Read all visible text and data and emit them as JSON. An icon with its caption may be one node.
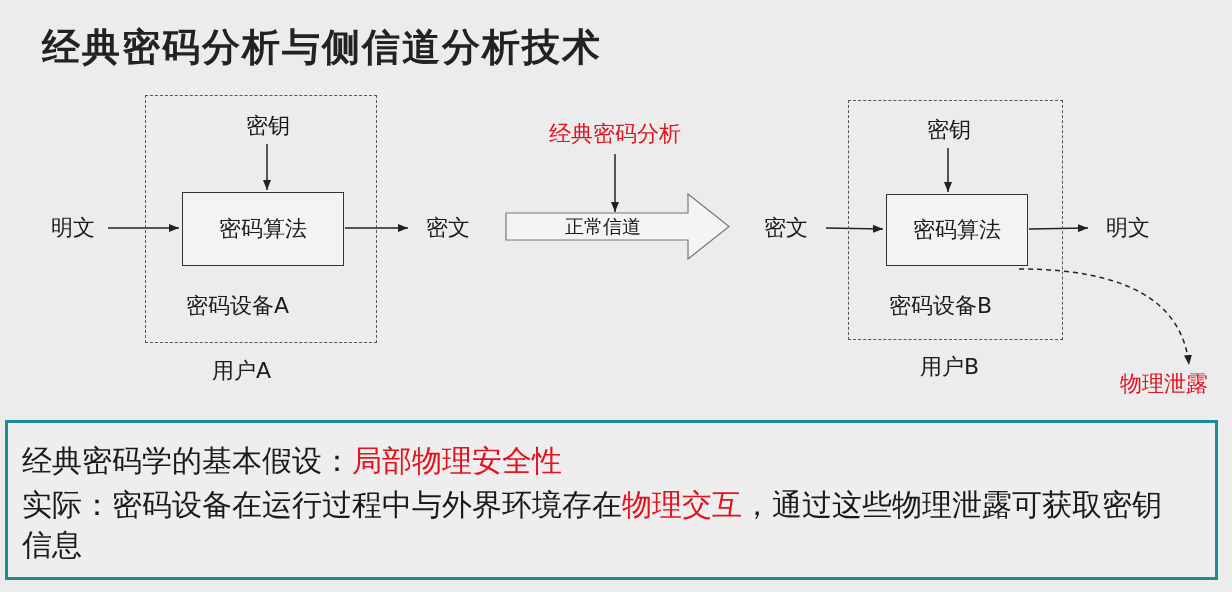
{
  "diagram": {
    "title": "经典密码分析与侧信道分析技术",
    "nodes": [
      {
        "text": [
          "密码设备A"
        ],
        "beside": [
          "用户A"
        ]
      },
      {
        "text": [
          "密钥"
        ],
        "in": 0
      },
      {
        "text": [
          "密码算法"
        ],
        "in": 0
      },
      {
        "text": [
          "明文"
        ]
      },
      {
        "text": [
          "密文"
        ]
      },
      {
        "text": [
          "经典密码分析"
        ]
      },
      {
        "text": [
          "正常信道"
        ]
      },
      {
        "text": [
          "密文"
        ]
      },
      {
        "text": [
          "密码设备B"
        ],
        "beside": [
          "用户B"
        ]
      },
      {
        "text": [
          "密钥"
        ],
        "in": 8
      },
      {
        "text": [
          "密码算法"
        ],
        "in": 8
      },
      {
        "text": [
          "明文"
        ]
      },
      {
        "text": [
          "物理泄露"
        ]
      },
      {
        "text": [
          "经典密码学的基本假设：**局部物理安全性**",
          "实际：密码设备在运行过程中与外界环境存在**物理交互**，通过这些物理泄露可获取密钥信息"
        ]
      }
    ],
    "edges": [
      {
        "from": 3,
        "to": 2,
        "arrow": "to"
      },
      {
        "from": 1,
        "to": 2,
        "arrow": "to"
      },
      {
        "from": 2,
        "to": 4,
        "arrow": "to"
      },
      {
        "from": 5,
        "to": 6,
        "arrow": "to"
      },
      {
        "from": 7,
        "to": 10,
        "arrow": "to"
      },
      {
        "from": 9,
        "to": 10,
        "arrow": "to"
      },
      {
        "from": 10,
        "to": 11,
        "arrow": "to"
      },
      {
        "from": 10,
        "to": 12,
        "arrow": "to",
        "style": "dashed"
      }
    ]
  }
}
